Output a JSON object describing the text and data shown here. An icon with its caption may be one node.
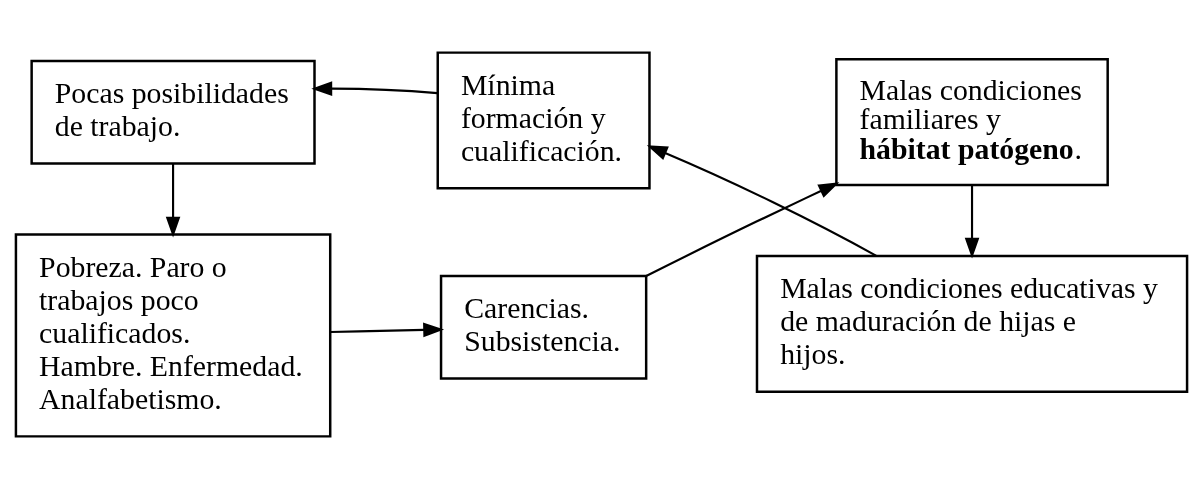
{
  "diagram": {
    "nodes": [
      {
        "text": [
          "Pobreza. Paro o trabajos poco cualificados. Hambre. Enfermedad. Analfabetismo."
        ]
      },
      {
        "text": [
          "Carencias. Subsistencia."
        ]
      },
      {
        "text": [
          "Malas condiciones familiares y **hábitat patógeno**."
        ]
      },
      {
        "text": [
          "Malas condiciones educativas y de maduración de hijas e hijos."
        ]
      },
      {
        "text": [
          "Mínima formación y cualificación."
        ]
      },
      {
        "text": [
          "Pocas posibilidades de trabajo."
        ]
      }
    ],
    "edges": [
      {
        "from": 0,
        "to": 1,
        "arrow": "to"
      },
      {
        "from": 1,
        "to": 2,
        "arrow": "to"
      },
      {
        "from": 2,
        "to": 3,
        "arrow": "to"
      },
      {
        "from": 3,
        "to": 4,
        "arrow": "to"
      },
      {
        "from": 4,
        "to": 5,
        "arrow": "to"
      },
      {
        "from": 5,
        "to": 0,
        "arrow": "to"
      }
    ]
  }
}
